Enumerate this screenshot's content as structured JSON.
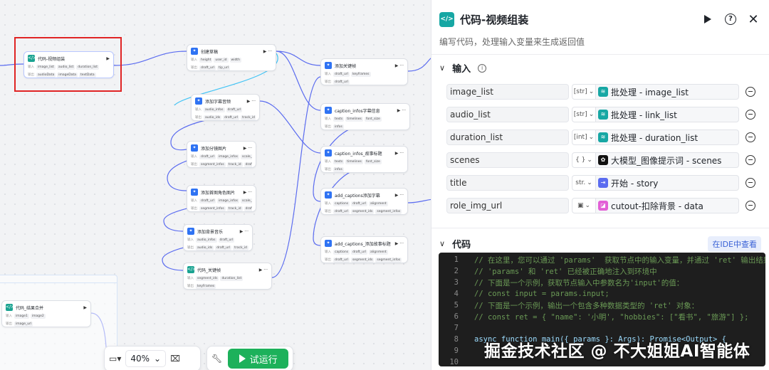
{
  "canvas": {
    "nodes": [
      {
        "id": "code-video",
        "title": "代码-视频组装",
        "in_label": "输入",
        "out_label": "输出",
        "inputs": [
          "image_list",
          "audio_list",
          "duration_list"
        ],
        "outputs": [
          "audioData",
          "imageData",
          "textData"
        ]
      },
      {
        "id": "create-draft",
        "title": "创建草稿",
        "in_label": "输入",
        "out_label": "输出",
        "inputs": [
          "height",
          "user_id",
          "width"
        ],
        "outputs": [
          "draft_url",
          "tip_url"
        ]
      },
      {
        "id": "add-audio",
        "title": "添加字幕音频",
        "in_label": "输入",
        "out_label": "输出",
        "inputs": [
          "audio_infos",
          "draft_url"
        ],
        "outputs": [
          "audio_ids",
          "draft_url",
          "track_id"
        ]
      },
      {
        "id": "add-images",
        "title": "添加分镜图片",
        "in_label": "输入",
        "out_label": "输出",
        "inputs": [
          "draft_url",
          "image_infos",
          "scale_x"
        ],
        "outputs": [
          "segment_infos",
          "track_id",
          "draft_url"
        ]
      },
      {
        "id": "add-role-image",
        "title": "添加首图角色图片",
        "in_label": "输入",
        "out_label": "输出",
        "inputs": [
          "draft_url",
          "image_infos",
          "scale_x"
        ],
        "outputs": [
          "segment_infos",
          "track_id",
          "draft_url"
        ]
      },
      {
        "id": "add-bgm",
        "title": "添加背景音乐",
        "in_label": "输入",
        "out_label": "输出",
        "inputs": [
          "audio_infos",
          "draft_url"
        ],
        "outputs": [
          "audio_ids",
          "draft_url",
          "track_id"
        ]
      },
      {
        "id": "code-keyframe",
        "title": "代码_关键帧",
        "in_label": "输入",
        "out_label": "输出",
        "inputs": [
          "segment_ids",
          "duration_list"
        ],
        "outputs": [
          "keyFrames"
        ]
      },
      {
        "id": "add-keyframe",
        "title": "添加关键帧",
        "in_label": "输入",
        "out_label": "输出",
        "inputs": [
          "draft_url",
          "keyframes"
        ],
        "outputs": [
          "draft_url"
        ]
      },
      {
        "id": "caption-info",
        "title": "caption_infos字幕信息",
        "in_label": "输入",
        "out_label": "输出",
        "inputs": [
          "texts",
          "timelines",
          "font_size"
        ],
        "outputs": [
          "infos"
        ]
      },
      {
        "id": "caption-title",
        "title": "caption_infos_故事标题",
        "in_label": "输入",
        "out_label": "输出",
        "inputs": [
          "texts",
          "timelines",
          "font_size"
        ],
        "outputs": [
          "infos"
        ]
      },
      {
        "id": "add-captions",
        "title": "add_captions添加字幕",
        "in_label": "输入",
        "out_label": "输出",
        "inputs": [
          "captions",
          "draft_url",
          "alignment"
        ],
        "outputs": [
          "draft_url",
          "segment_ids",
          "segment_infos"
        ]
      },
      {
        "id": "add-captions-title",
        "title": "add_captions_添加故事标题",
        "in_label": "输入",
        "out_label": "输出",
        "inputs": [
          "captions",
          "draft_url",
          "alignment"
        ],
        "outputs": [
          "draft_url",
          "segment_ids",
          "segment_infos"
        ]
      },
      {
        "id": "code-merge",
        "title": "代码_结果合并",
        "in_label": "输入",
        "out_label": "输出",
        "inputs": [
          "image1",
          "image2"
        ],
        "outputs": [
          "image_url"
        ]
      }
    ],
    "toolbar": {
      "zoom": "40%",
      "run_label": "试运行"
    }
  },
  "panel": {
    "title": "代码-视频组装",
    "description": "编写代码，处理输入变量来生成返回值",
    "input_section": {
      "title": "输入"
    },
    "inputs": [
      {
        "name": "image_list",
        "type": "[str]",
        "source_icon": "batch-icon",
        "source_color": "#17a7a4",
        "source": "批处理 - image_list"
      },
      {
        "name": "audio_list",
        "type": "[str]",
        "source_icon": "batch-icon",
        "source_color": "#17a7a4",
        "source": "批处理 - link_list"
      },
      {
        "name": "duration_list",
        "type": "[int]",
        "source_icon": "batch-icon",
        "source_color": "#17a7a4",
        "source": "批处理 - duration_list"
      },
      {
        "name": "scenes",
        "type": "{ }",
        "source_icon": "llm-icon",
        "source_color": "#111111",
        "source": "大模型_图像提示词 - scenes"
      },
      {
        "name": "title",
        "type": "str.",
        "source_icon": "start-icon",
        "source_color": "#5b6cf0",
        "source": "开始 - story"
      },
      {
        "name": "role_img_url",
        "type": "img",
        "source_icon": "cutout-icon",
        "source_color": "#e25fd6",
        "source": "cutout-扣除背景 - data"
      }
    ],
    "code_section": {
      "title": "代码",
      "ide_button": "在IDE中查看"
    },
    "code_lines": [
      {
        "n": "1",
        "text": "// 在这里，您可以通过 'params'  获取节点中的输入变量，并通过 'ret' 输出结果",
        "kind": "comment"
      },
      {
        "n": "2",
        "text": "// 'params' 和 'ret' 已经被正确地注入到环境中",
        "kind": "comment"
      },
      {
        "n": "3",
        "text": "// 下面是一个示例，获取节点输入中参数名为'input'的值：",
        "kind": "comment"
      },
      {
        "n": "4",
        "text": "// const input = params.input;",
        "kind": "comment"
      },
      {
        "n": "5",
        "text": "// 下面是一个示例，输出一个包含多种数据类型的 'ret' 对象：",
        "kind": "comment"
      },
      {
        "n": "6",
        "text": "// const ret = { \"name\": '小明', \"hobbies\": [\"看书\", \"旅游\"] };",
        "kind": "comment"
      },
      {
        "n": "7",
        "text": "",
        "kind": "comment"
      },
      {
        "n": "8",
        "text": "async function main({ params }: Args): Promise<Output> {",
        "kind": "code"
      },
      {
        "n": "9",
        "text": "",
        "kind": "code"
      },
      {
        "n": "10",
        "text": "",
        "kind": "code"
      }
    ]
  },
  "watermark": "掘金技术社区 @ 不大姐姐AI智能体",
  "colors": {
    "accent": "#1db15b",
    "selection": "#e02424",
    "edge": "#5b6cf0"
  }
}
